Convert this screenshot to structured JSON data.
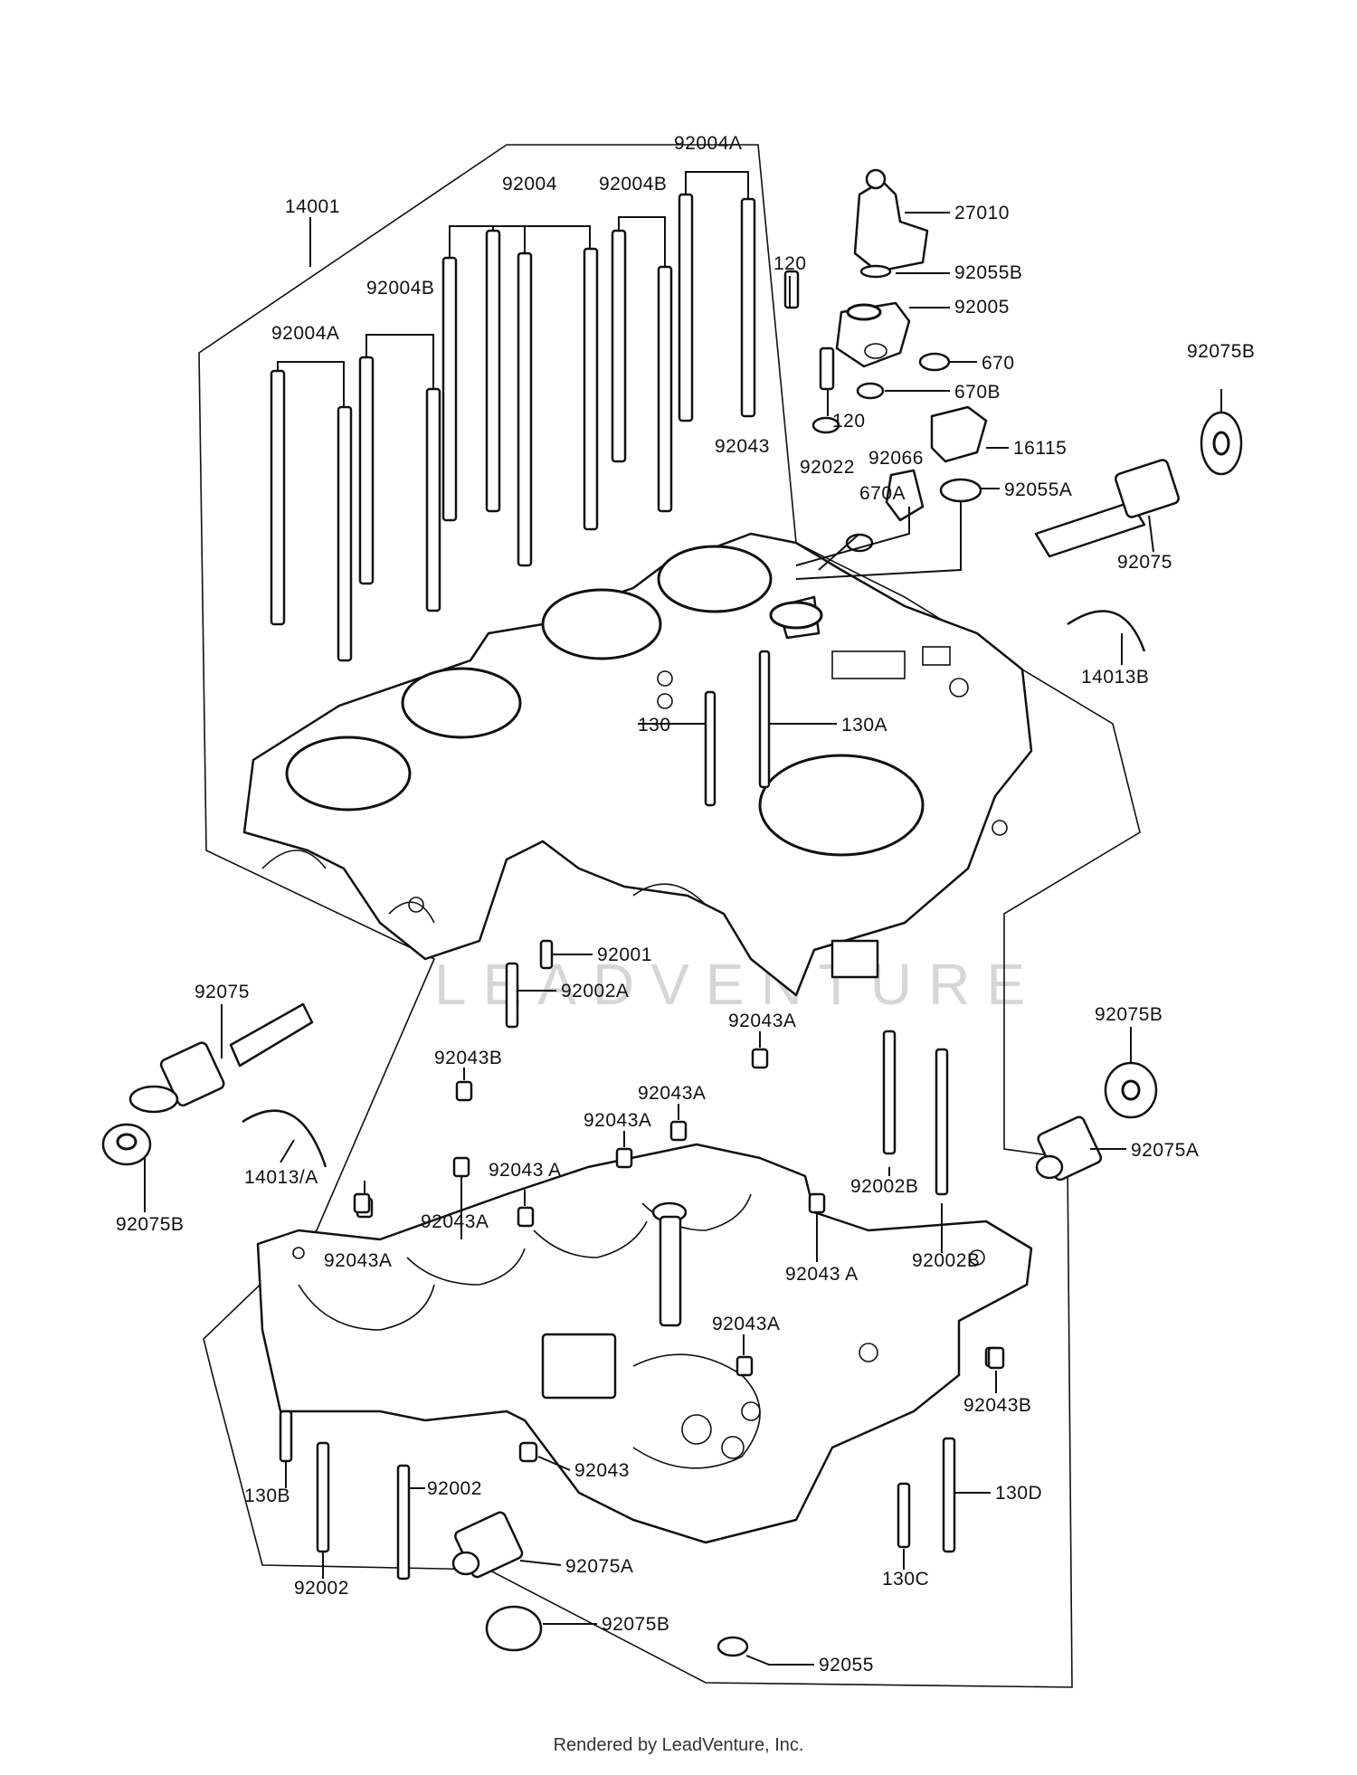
{
  "watermark": "LEADVENTURE",
  "footer": "Rendered by LeadVenture, Inc.",
  "callouts": {
    "c14001": "14001",
    "c92004": "92004",
    "c92004A_top": "92004A",
    "c92004B_top": "92004B",
    "c92004B_left": "92004B",
    "c92004A_left": "92004A",
    "c120a": "120",
    "c120b": "120",
    "c27010": "27010",
    "c92055B": "92055B",
    "c92005": "92005",
    "c670": "670",
    "c670B": "670B",
    "c92075B_r1": "92075B",
    "c16115": "16115",
    "c92022": "92022",
    "c92066": "92066",
    "c92043_top": "92043",
    "c670A": "670A",
    "c92055A": "92055A",
    "c92075_r": "92075",
    "c14013B": "14013B",
    "c130": "130",
    "c130A": "130A",
    "c92001": "92001",
    "c92002A": "92002A",
    "c92075_l": "92075",
    "c92075B_l": "92075B",
    "c14013A": "14013/A",
    "c92043B_l": "92043B",
    "c92043A_1": "92043A",
    "c92043A_2": "92043A",
    "c92043A_3": "92043A",
    "c92043A_4": "92043 A",
    "c92043A_5": "92043A",
    "c92043A_6": "92043A",
    "c92043A_7": "92043 A",
    "c92043A_8": "92043A",
    "c92075B_r2": "92075B",
    "c92075A_r": "92075A",
    "c92002B_1": "92002B",
    "c92002B_2": "92002B",
    "c92043B_r": "92043B",
    "c130B": "130B",
    "c92002_a": "92002",
    "c92002_b": "92002",
    "c92043_bot": "92043",
    "c92075A_b": "92075A",
    "c92075B_b": "92075B",
    "c92055": "92055",
    "c130C": "130C",
    "c130D": "130D"
  }
}
